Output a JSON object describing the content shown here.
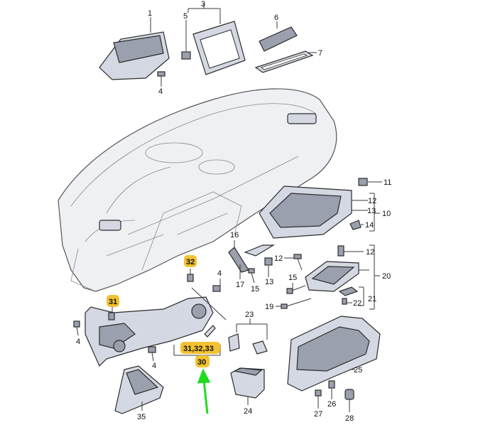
{
  "callouts": {
    "c1": "1",
    "c3": "3",
    "c5": "5",
    "c6": "6",
    "c7": "7",
    "c4a": "4",
    "c11": "11",
    "c12a": "12",
    "c13a": "13",
    "c10": "10",
    "c14": "14",
    "c16": "16",
    "c12b": "12",
    "c12c": "12",
    "c4b": "4",
    "c17": "17",
    "c15a": "15",
    "c13b": "13",
    "c15b": "15",
    "c20": "20",
    "c21": "21",
    "c22": "22",
    "c19": "19",
    "c23": "23",
    "c4c": "4",
    "c4d": "4",
    "c25": "25",
    "c24": "24",
    "c26": "26",
    "c27": "27",
    "c28": "28",
    "c35": "35"
  },
  "highlighted": {
    "h32": "32",
    "h31": "31",
    "h313233": "31,32,33",
    "h30": "30"
  },
  "colors": {
    "highlight": "#f2c230",
    "arrow": "#1fdc1f"
  }
}
